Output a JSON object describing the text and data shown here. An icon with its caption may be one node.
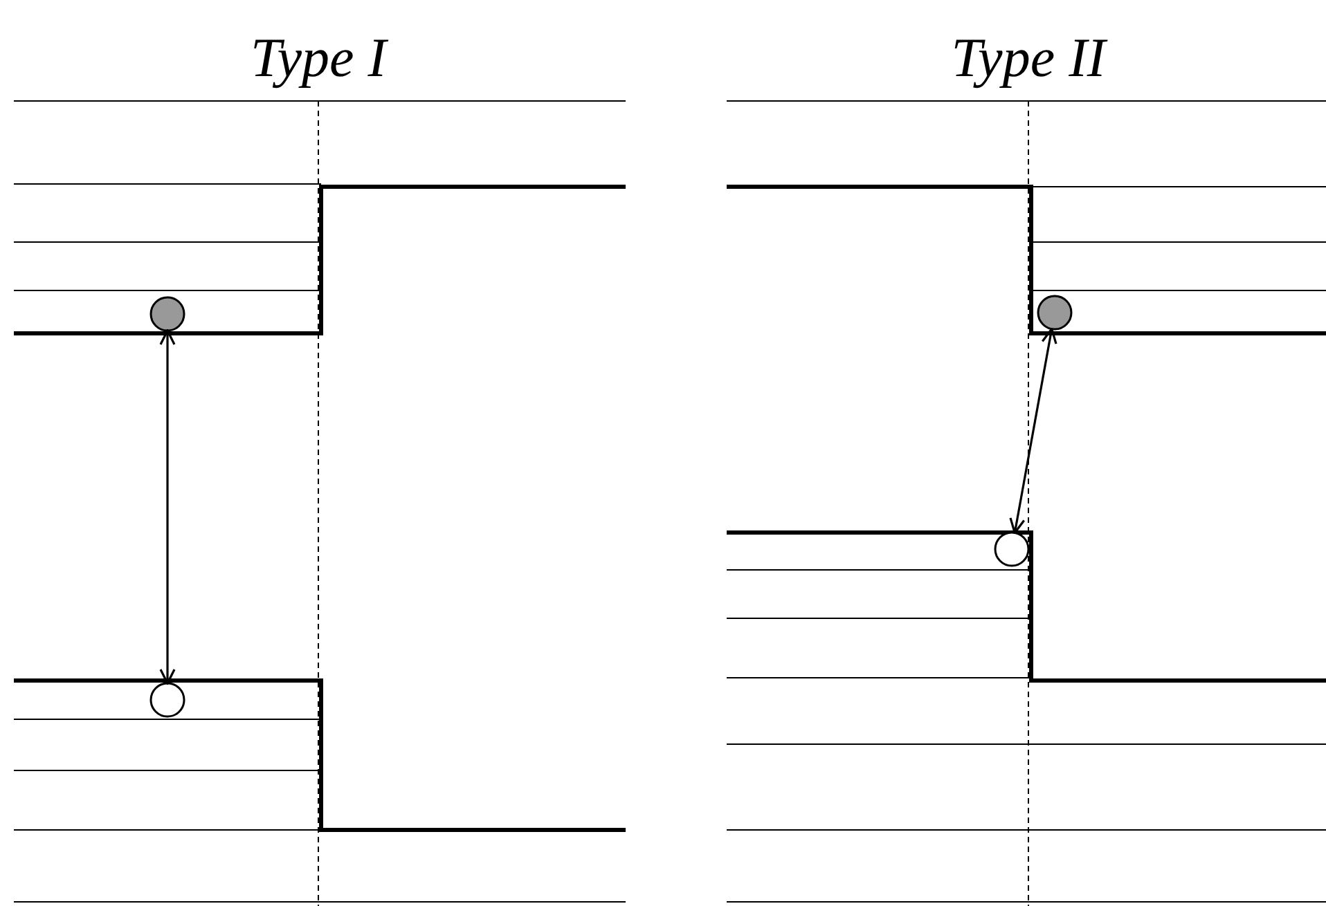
{
  "diagram": {
    "nodes": [
      {
        "text": [],
        "shape": "circle"
      },
      {
        "text": [],
        "shape": "circle"
      },
      {
        "text": [],
        "shape": "circle"
      },
      {
        "text": [],
        "shape": "circle"
      }
    ],
    "edges": [
      {
        "from": 0,
        "to": 1,
        "arrow": "both"
      },
      {
        "from": 2,
        "to": 3,
        "arrow": "both"
      }
    ],
    "labels": [
      "Type I",
      "Type II"
    ]
  }
}
